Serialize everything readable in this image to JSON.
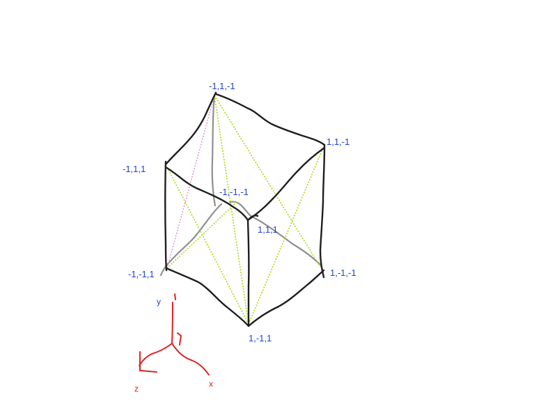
{
  "vertices": {
    "top": "-1,1,-1",
    "upper_left": "-1,1,1",
    "upper_right": "1,1,-1",
    "back_center": "-1,-1,-1",
    "front_center": "1,1,1",
    "lower_left": "-1,-1,1",
    "lower_right": "1,-1,-1",
    "bottom": "1,-1,1"
  },
  "axes": {
    "x": "x",
    "y": "y",
    "z": "z"
  },
  "colors": {
    "vertex_label": "#1f3fcf",
    "front_edge": "#1e1e1e",
    "hidden_edge": "#8f8f8f",
    "diagonal_green": "#a8d81a",
    "diagonal_pink": "#e08ad8",
    "axis": "#e02020"
  }
}
